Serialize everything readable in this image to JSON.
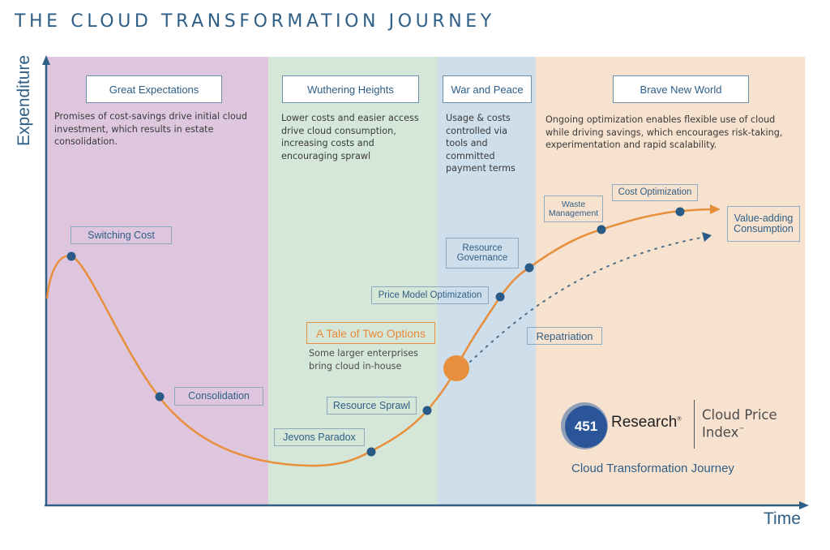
{
  "title": "THE CLOUD TRANSFORMATION JOURNEY",
  "axes": {
    "y_label": "Expenditure",
    "x_label": "Time"
  },
  "colors": {
    "phase1": "#dec7de",
    "phase2": "#d5e7d8",
    "phase3": "#cfdeeb",
    "phase4": "#f7e2cf",
    "curve": "#e88f3d",
    "marker": "#2a5a86",
    "axis": "#2f5f86"
  },
  "phases": [
    {
      "name": "Great Expectations",
      "description": "Promises of cost-savings drive initial cloud investment, which results in estate consolidation.",
      "lines": [
        "Promises of cost-savings drive initial cloud",
        "investment, which results in estate",
        "consolidation."
      ]
    },
    {
      "name": "Wuthering Heights",
      "description": "Lower costs and easier access drive cloud consumption, increasing costs and encouraging sprawl",
      "lines": [
        "Lower costs and easier access",
        "drive cloud consumption,",
        "increasing costs and",
        "encouraging sprawl"
      ]
    },
    {
      "name": "War and Peace",
      "description": "Usage & costs controlled via tools and committed payment terms",
      "lines": [
        "Usage & costs",
        "controlled via",
        "tools and",
        "committed",
        "payment terms"
      ]
    },
    {
      "name": "Brave New World",
      "description": "Ongoing optimization enables flexible use of cloud while driving savings, which encourages risk-taking, experimentation and rapid scalability.",
      "lines": [
        "Ongoing optimization enables flexible use of cloud",
        "while driving savings, which encourages risk-taking,",
        "experimentation and rapid scalability."
      ]
    }
  ],
  "milestones": [
    {
      "label": "Switching Cost"
    },
    {
      "label": "Consolidation"
    },
    {
      "label": "Jevons Paradox"
    },
    {
      "label": "Resource Sprawl"
    },
    {
      "label": "Price Model Optimization"
    },
    {
      "label": "Resource Governance",
      "lines": [
        "Resource",
        "Governance"
      ]
    },
    {
      "label": "Waste Management",
      "lines": [
        "Waste",
        "Management"
      ]
    },
    {
      "label": "Cost Optimization"
    },
    {
      "label": "Value-adding Consumption",
      "lines": [
        "Value-adding",
        "Consumption"
      ]
    },
    {
      "label": "Repatriation"
    }
  ],
  "fork": {
    "title": "A Tale of Two Options",
    "lines": [
      "Some larger enterprises",
      "bring cloud in-house"
    ]
  },
  "logo": {
    "number": "451",
    "name": "Research",
    "reg_mark": "®",
    "product_line1": "Cloud Price",
    "product_line2": "Index",
    "tm_mark": "™",
    "subtitle": "Cloud Transformation Journey"
  }
}
